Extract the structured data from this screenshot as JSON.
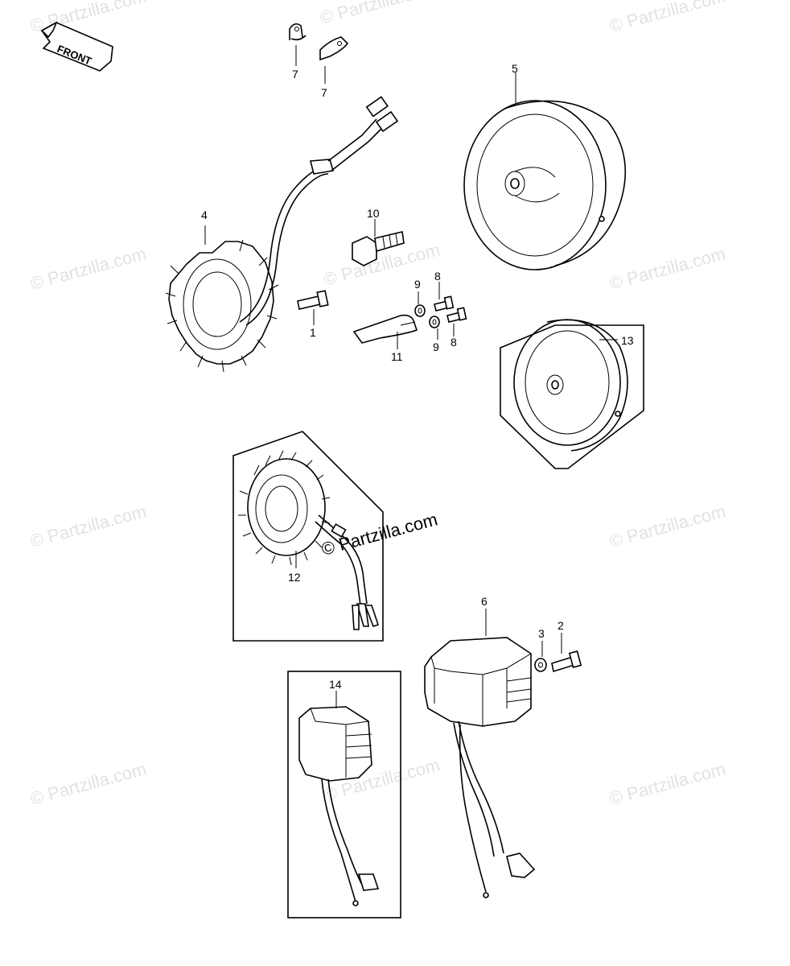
{
  "watermark": "© Partzilla.com",
  "front_label": "FRONT",
  "callouts": {
    "c1": "1",
    "c2": "2",
    "c3": "3",
    "c4": "4",
    "c5": "5",
    "c6": "6",
    "c7a": "7",
    "c7b": "7",
    "c8a": "8",
    "c8b": "8",
    "c9a": "9",
    "c9b": "9",
    "c10": "10",
    "c11": "11",
    "c12": "12",
    "c13": "13",
    "c14": "14"
  }
}
